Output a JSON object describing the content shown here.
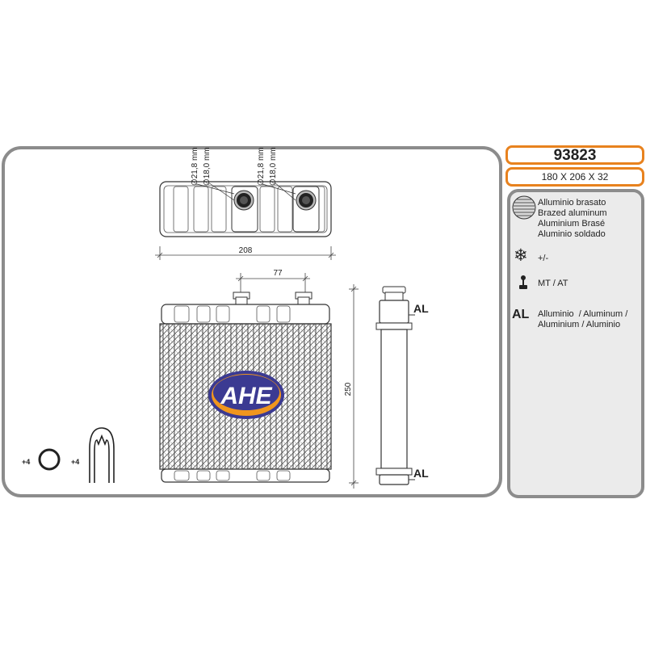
{
  "product": {
    "code": "93823",
    "dimensions": "180 X 206 X 32"
  },
  "features": {
    "material_lines": [
      "Alluminio brasato",
      "Brazed aluminum",
      "Aluminium Brasé",
      "Aluminio soldado"
    ],
    "fins_text": "+/-",
    "transmission_text": "MT / AT",
    "al_symbol": "AL",
    "al_lines": [
      "Alluminio  / Aluminum /",
      "Aluminium / Aluminio"
    ]
  },
  "drawing": {
    "pipe_labels": [
      "∅21,8 mm",
      "∅18,0 mm",
      "∅21,8 mm",
      "∅18,0 mm"
    ],
    "width_dim": "208",
    "pipe_spacing_dim": "77",
    "height_dim": "250",
    "side_top_label": "AL",
    "side_bottom_label": "AL",
    "logo_text": "AHE",
    "oring_qty": "+4",
    "clip_qty": "+4"
  },
  "colors": {
    "accent_orange": "#e8821e",
    "panel_border": "#8c8c8c",
    "side_panel_bg": "#ebebeb",
    "logo_blue": "#3b3a92",
    "logo_orange": "#f0961e"
  },
  "icons": [
    "brazed-aluminum-icon",
    "snowflake-icon",
    "gear-shift-icon"
  ]
}
